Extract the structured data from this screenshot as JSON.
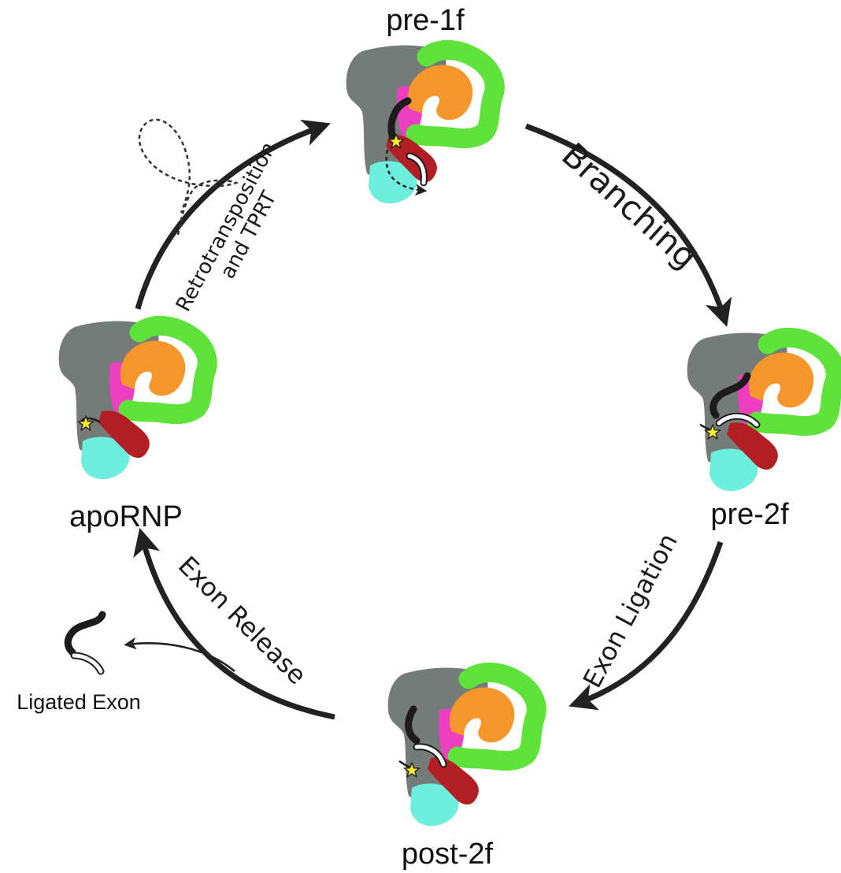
{
  "states": {
    "pre1f": "pre-1f",
    "pre2f": "pre-2f",
    "post2f": "post-2f",
    "apornp": "apoRNP"
  },
  "steps": {
    "branching": "Branching",
    "exon_ligation": "Exon Ligation",
    "exon_release": "Exon Release",
    "retro_line1": "Retrotransposition",
    "retro_line2": "and TPRT"
  },
  "product": {
    "ligated_exon": "Ligated Exon"
  },
  "colors": {
    "gray_domain": "#757b78",
    "orange_domain": "#f5962a",
    "green_domain": "#5ee33a",
    "red_domain": "#b31d24",
    "cyan_domain": "#6eeedd",
    "magenta_domain": "#ee3fc0",
    "star": "#fbee2c",
    "exon_dark": "#1c1c1c",
    "exon_light": "#ffffff",
    "arrow": "#222222"
  }
}
